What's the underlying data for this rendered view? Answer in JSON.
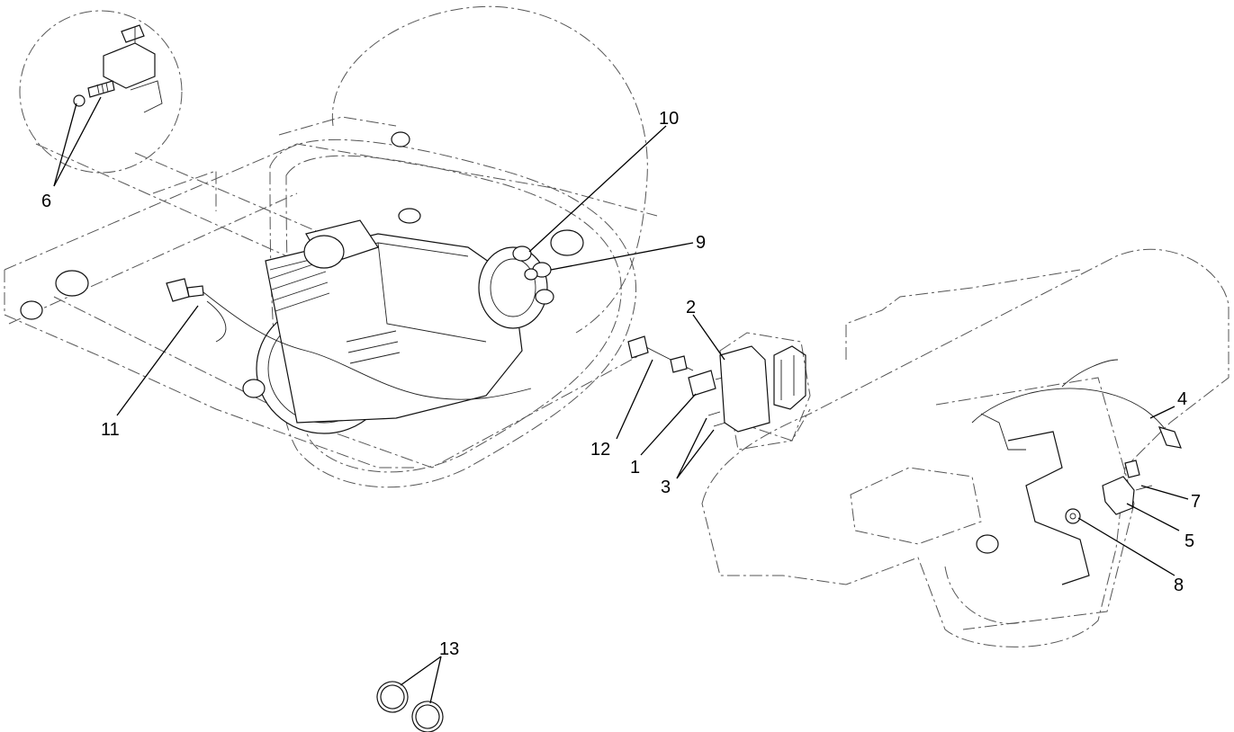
{
  "diagram": {
    "type": "exploded parts illustration",
    "line_color": "#000000",
    "background": "#ffffff",
    "callouts": [
      "1",
      "2",
      "3",
      "4",
      "5",
      "6",
      "7",
      "8",
      "9",
      "10",
      "11",
      "12",
      "13"
    ]
  }
}
